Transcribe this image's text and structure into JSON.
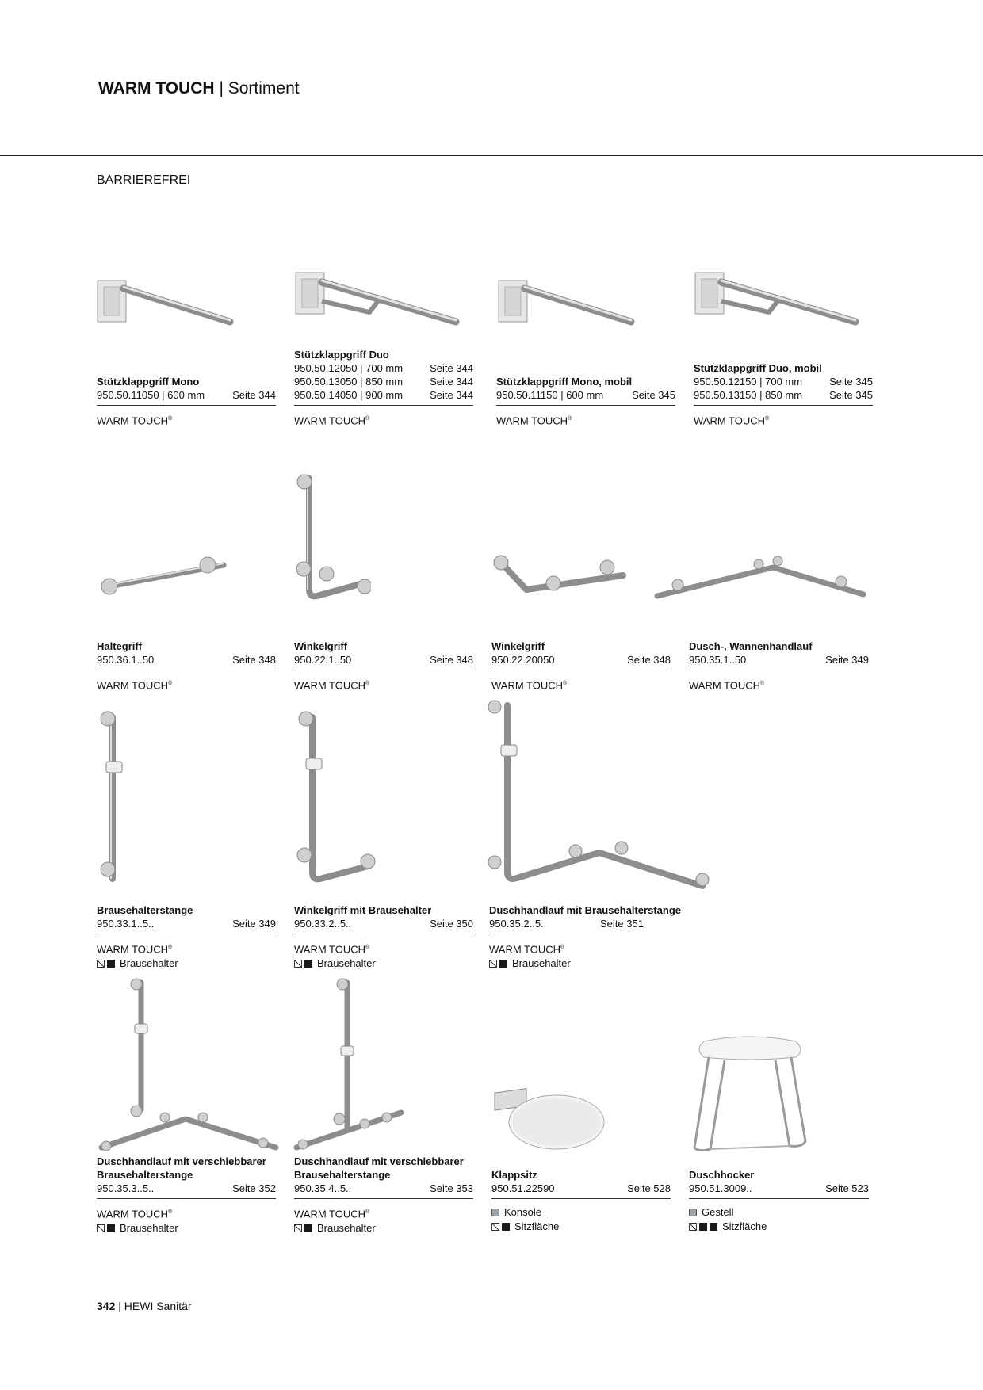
{
  "header": {
    "title_bold": "WARM TOUCH",
    "title_rest": "| Sortiment"
  },
  "section": "BARRIEREFREI",
  "brand_label": "WARM TOUCH",
  "brand_mark": "®",
  "products": [
    {
      "name": "Stützklappgriff Mono",
      "rows": [
        {
          "code": "950.50.11050 | 600 mm",
          "page": "Seite 344"
        }
      ],
      "brand": true,
      "options": [],
      "icon": "folding-support-rail-icon"
    },
    {
      "name": "Stützklappgriff Duo",
      "rows": [
        {
          "code": "950.50.12050 | 700 mm",
          "page": "Seite 344"
        },
        {
          "code": "950.50.13050 | 850 mm",
          "page": "Seite 344"
        },
        {
          "code": "950.50.14050 | 900 mm",
          "page": "Seite 344"
        }
      ],
      "brand": true,
      "options": [],
      "icon": "folding-support-rail-duo-icon"
    },
    {
      "name": "Stützklappgriff Mono, mobil",
      "rows": [
        {
          "code": "950.50.11150 | 600 mm",
          "page": "Seite 345"
        }
      ],
      "brand": true,
      "options": [],
      "icon": "folding-support-rail-icon"
    },
    {
      "name": "Stützklappgriff Duo, mobil",
      "rows": [
        {
          "code": "950.50.12150 | 700 mm",
          "page": "Seite 345"
        },
        {
          "code": "950.50.13150 | 850 mm",
          "page": "Seite 345"
        }
      ],
      "brand": true,
      "options": [],
      "icon": "folding-support-rail-duo-icon"
    },
    {
      "name": "Haltegriff",
      "rows": [
        {
          "code": "950.36.1..50",
          "page": "Seite 348"
        }
      ],
      "brand": true,
      "options": [],
      "icon": "grab-bar-icon"
    },
    {
      "name": "Winkelgriff",
      "rows": [
        {
          "code": "950.22.1..50",
          "page": "Seite 348"
        }
      ],
      "brand": true,
      "options": [],
      "icon": "angled-grab-bar-icon"
    },
    {
      "name": "Winkelgriff",
      "rows": [
        {
          "code": "950.22.20050",
          "page": "Seite 348"
        }
      ],
      "brand": true,
      "options": [],
      "icon": "angled-grab-bar-135-icon"
    },
    {
      "name": "Dusch-, Wannenhandlauf",
      "rows": [
        {
          "code": "950.35.1..50",
          "page": "Seite 349"
        }
      ],
      "brand": true,
      "options": [],
      "icon": "shower-bath-handrail-icon"
    },
    {
      "name": "Brausehalterstange",
      "rows": [
        {
          "code": "950.33.1..5..",
          "page": "Seite 349"
        }
      ],
      "brand": true,
      "options": [
        {
          "swatches": [
            "diag",
            "solid"
          ],
          "label": "Brausehalter"
        }
      ],
      "icon": "shower-rail-icon"
    },
    {
      "name": "Winkelgriff mit Brausehalter",
      "rows": [
        {
          "code": "950.33.2..5..",
          "page": "Seite 350"
        }
      ],
      "brand": true,
      "options": [
        {
          "swatches": [
            "diag",
            "solid"
          ],
          "label": "Brausehalter"
        }
      ],
      "icon": "angled-grab-bar-shower-holder-icon"
    },
    {
      "name": "Duschhandlauf mit Brausehalterstange",
      "rows": [
        {
          "code": "950.35.2..5..",
          "page": "Seite 351"
        }
      ],
      "brand": true,
      "options": [
        {
          "swatches": [
            "diag",
            "solid"
          ],
          "label": "Brausehalter"
        }
      ],
      "icon": "shower-handrail-with-rail-icon"
    },
    {
      "name": "Duschhandlauf mit verschiebbarer Brausehalterstange",
      "rows": [
        {
          "code": "950.35.3..5..",
          "page": "Seite 352"
        }
      ],
      "brand": true,
      "options": [
        {
          "swatches": [
            "diag",
            "solid"
          ],
          "label": "Brausehalter"
        }
      ],
      "icon": "shower-handrail-sliding-rail-icon"
    },
    {
      "name": "Duschhandlauf mit verschiebbarer Brausehalterstange",
      "rows": [
        {
          "code": "950.35.4..5..",
          "page": "Seite 353"
        }
      ],
      "brand": true,
      "options": [
        {
          "swatches": [
            "diag",
            "solid"
          ],
          "label": "Brausehalter"
        }
      ],
      "icon": "shower-handrail-sliding-rail-icon"
    },
    {
      "name": "Klappsitz",
      "rows": [
        {
          "code": "950.51.22590",
          "page": "Seite 528"
        }
      ],
      "brand": false,
      "options": [
        {
          "swatches": [
            "grey"
          ],
          "label": "Konsole"
        },
        {
          "swatches": [
            "diag",
            "solid"
          ],
          "label": "Sitzfläche"
        }
      ],
      "icon": "folding-seat-icon"
    },
    {
      "name": "Duschhocker",
      "rows": [
        {
          "code": "950.51.3009..",
          "page": "Seite 523"
        }
      ],
      "brand": false,
      "options": [
        {
          "swatches": [
            "grey"
          ],
          "label": "Gestell"
        },
        {
          "swatches": [
            "diag",
            "solid",
            "solid"
          ],
          "label": "Sitzfläche"
        }
      ],
      "icon": "shower-stool-icon"
    }
  ],
  "footer": {
    "page_number": "342",
    "text": "| HEWI Sanitär"
  }
}
